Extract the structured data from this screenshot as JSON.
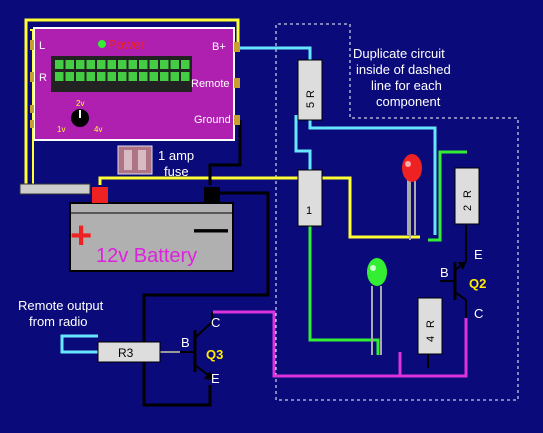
{
  "amp": {
    "power_label": "Power",
    "left_label": "L",
    "right_label": "R",
    "bplus_label": "B+",
    "remote_label": "Remote",
    "ground_label": "Ground",
    "knob_labels": [
      "1v",
      "2v",
      "4v"
    ]
  },
  "fuse": {
    "line1": "1 amp",
    "line2": "fuse"
  },
  "battery": {
    "label": "12v Battery",
    "plus": "+",
    "minus": "—"
  },
  "note": {
    "lines": [
      "Duplicate circuit",
      "inside of dashed",
      "line for each",
      "component"
    ]
  },
  "remote_label": {
    "lines": [
      "Remote output",
      "from radio"
    ]
  },
  "resistors": {
    "r1": "1",
    "r2": "2",
    "r3": "R3",
    "r4": "4",
    "r5": "5",
    "r_prefix": "R"
  },
  "transistors": {
    "q2": {
      "name": "Q2",
      "b": "B",
      "c": "C",
      "e": "E"
    },
    "q3": {
      "name": "Q3",
      "b": "B",
      "c": "C",
      "e": "E"
    }
  },
  "colors": {
    "background": "#0a0a7a",
    "yellow_wire": "#ffff33",
    "cyan_wire": "#66e6ff",
    "green_wire": "#33ee33",
    "magenta_wire": "#dd33dd",
    "black_wire": "#000000",
    "amp_body": "#b020b0",
    "battery_body": "#b0b0b0",
    "battery_label": "#dd22dd",
    "q_label": "#ffee00"
  }
}
